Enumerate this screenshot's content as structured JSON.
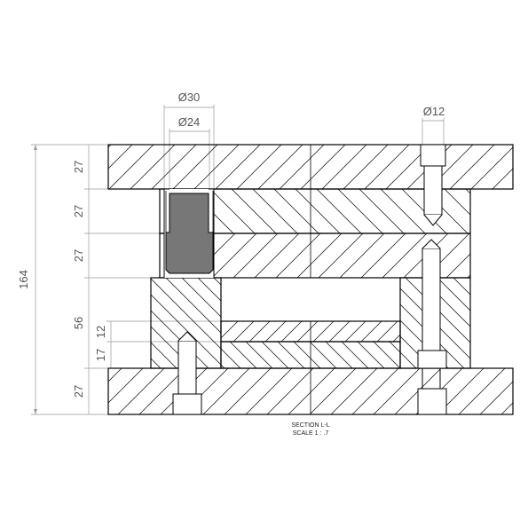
{
  "drawing": {
    "caption": {
      "line1": "SECTION L-L",
      "line2": "SCALE 1 : .7"
    },
    "dimensions": {
      "dia_outer": "Ø30",
      "dia_inner": "Ø24",
      "dia_pin": "Ø12",
      "overall_height": "164",
      "top_plate": "27",
      "punch_plate": "27",
      "stripper_plate": "27",
      "die_set_height": "56",
      "upper_die_block": "12",
      "lower_die_block": "17",
      "bottom_plate": "27"
    },
    "colors": {
      "line": "#000000",
      "dimension": "#888888",
      "punch_fill": "#777777"
    }
  }
}
